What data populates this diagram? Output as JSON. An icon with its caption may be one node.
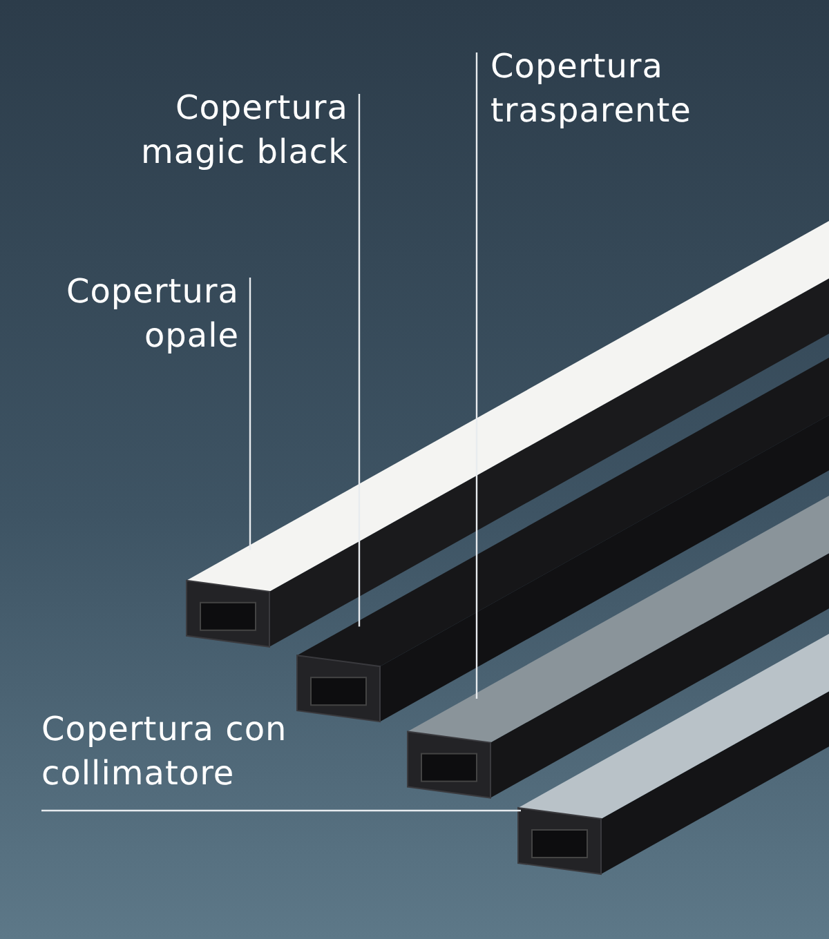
{
  "diagram": {
    "nodes": [
      {
        "text": [
          "Copertura trasparente"
        ]
      },
      {
        "text": [
          "Copertura magic black"
        ]
      },
      {
        "text": [
          "Copertura opale"
        ]
      },
      {
        "text": [
          "Copertura con collimatore"
        ]
      },
      {
        "text": [],
        "shape": "picture"
      },
      {
        "text": [],
        "shape": "picture"
      },
      {
        "text": [],
        "shape": "picture"
      },
      {
        "text": [],
        "shape": "picture"
      }
    ],
    "edges": [
      {
        "from": 2,
        "to": 4,
        "arrow": "none"
      },
      {
        "from": 1,
        "to": 5,
        "arrow": "none"
      },
      {
        "from": 0,
        "to": 6,
        "arrow": "none"
      },
      {
        "from": 3,
        "to": 7,
        "arrow": "none"
      }
    ]
  }
}
